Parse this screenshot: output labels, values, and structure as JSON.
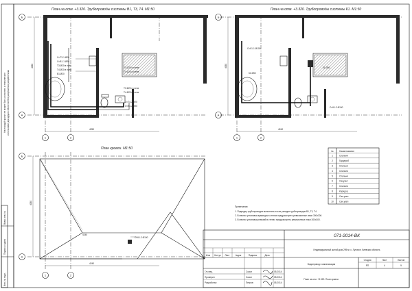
{
  "sheet": {
    "code": "071-2014-ВК",
    "project": "Индивидуальный жилой дом 295 м² с. Луговое, Киевская область",
    "section": "Водопровод и канализация",
    "drawing": "План на отм. +3.320. План кровли.",
    "stage": {
      "label": "Стадия",
      "value": "РП"
    },
    "sheet_no": {
      "label": "Лист",
      "value": "4"
    },
    "sheets": {
      "label": "Листов",
      "value": "9"
    }
  },
  "side_note": [
    "Настоящий проект не может быть исполнен, а технические",
    "использован для других объектов без разрешения разработчика"
  ],
  "plans": {
    "left_title": "План на отм. +3.320. Трубопроводы системы В1, Т3, Т4. М1:50",
    "right_title": "План на отм. +3.320. Трубопроводы системы К1. М1:50",
    "roof_title": "План кровли. М1:50",
    "left_labels": [
      "Ст.Т3-1 Ø20",
      "Ст.В1-1 Ø20",
      "Т3 Ø20 в полу",
      "Т4 Ø20 в полу",
      "В1 Ø20",
      "Т3 Ø20 в стене",
      "Т4 Ø20 в стене",
      "Т3 Ø20 в стене",
      "Т4 Ø20 в стене",
      "Ст.Т4-2 Ø20",
      "Ст.В1-2 Ø20"
    ],
    "right_labels": [
      "Ст.К1-1 Ø100",
      "К1 Ø50",
      "К1 Ø50",
      "Ст.К1-2 Ø100"
    ],
    "roof_labels": [
      "Ст.К1-2 Ø100"
    ],
    "dims": [
      "4250",
      "4240",
      "4240",
      "4240",
      "4060",
      "4060",
      "4060",
      "2400",
      "1050"
    ],
    "axes": [
      "Б",
      "А",
      "1",
      "2",
      "Б",
      "А",
      "1",
      "2",
      "Б",
      "А",
      "1",
      "2"
    ]
  },
  "legend": {
    "header": {
      "num": "№",
      "name": "Наименование"
    },
    "rows": [
      {
        "num": "1",
        "name": "Спальня"
      },
      {
        "num": "2",
        "name": "Гардероб"
      },
      {
        "num": "3",
        "name": "Спальня"
      },
      {
        "num": "4",
        "name": "Спальня"
      },
      {
        "num": "5",
        "name": "Спальня"
      },
      {
        "num": "6",
        "name": "Санузел"
      },
      {
        "num": "7",
        "name": "Спальня"
      },
      {
        "num": "8",
        "name": "Коридор"
      },
      {
        "num": "9",
        "name": "Сан.узел"
      },
      {
        "num": "10",
        "name": "Сан.узел"
      }
    ]
  },
  "notes": {
    "title": "Примечания:",
    "items": [
      "1. Подводку трубопроводов выполнять после укладки трубопроводов В1, Т3, Т4.",
      "2. В местах установки арматуры в стенах предусмотреть ревизионные люки 300х300.",
      "3. В местах установки ревизий в стенах предусмотреть ревизионные люки 300х300."
    ]
  },
  "stamp_cols": [
    "Изм",
    "Кол.уч",
    "Лист",
    "№док",
    "Подпись",
    "Дата"
  ],
  "signers": [
    {
      "role": "Гл.спец",
      "name": "Сокол",
      "date": "05.2014"
    },
    {
      "role": "Проверил",
      "name": "Сокол",
      "date": "05.2014"
    },
    {
      "role": "Разработал",
      "name": "Петров",
      "date": "05.2014"
    }
  ],
  "left_stamp": [
    "Взам. инв. №",
    "Подпись и дата",
    "Инв. № подл."
  ]
}
